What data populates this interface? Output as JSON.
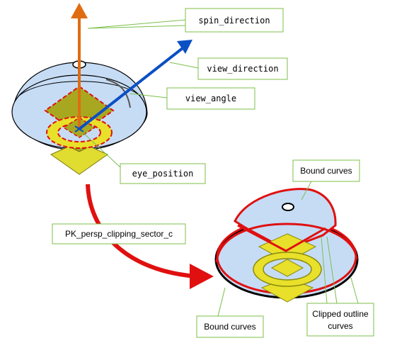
{
  "labels": {
    "spin_direction": "spin_direction",
    "view_direction": "view_direction",
    "view_angle": "view_angle",
    "eye_position": "eye_position",
    "function_name": "PK_persp_clipping_sector_c",
    "bound_curves_top": "Bound curves",
    "bound_curves_bottom": "Bound curves",
    "clipped_outline_line1": "Clipped outline",
    "clipped_outline_line2": "curves"
  },
  "colors": {
    "sphere_fill": "#c6dcf5",
    "sphere_stroke": "#000000",
    "spin_arrow": "#e06c12",
    "view_arrow": "#0b4fc4",
    "clip_red": "#e01010",
    "solid_yellow": "#e8e02a",
    "solid_olive": "#a8a820",
    "callout_border": "#7cbf4a"
  }
}
